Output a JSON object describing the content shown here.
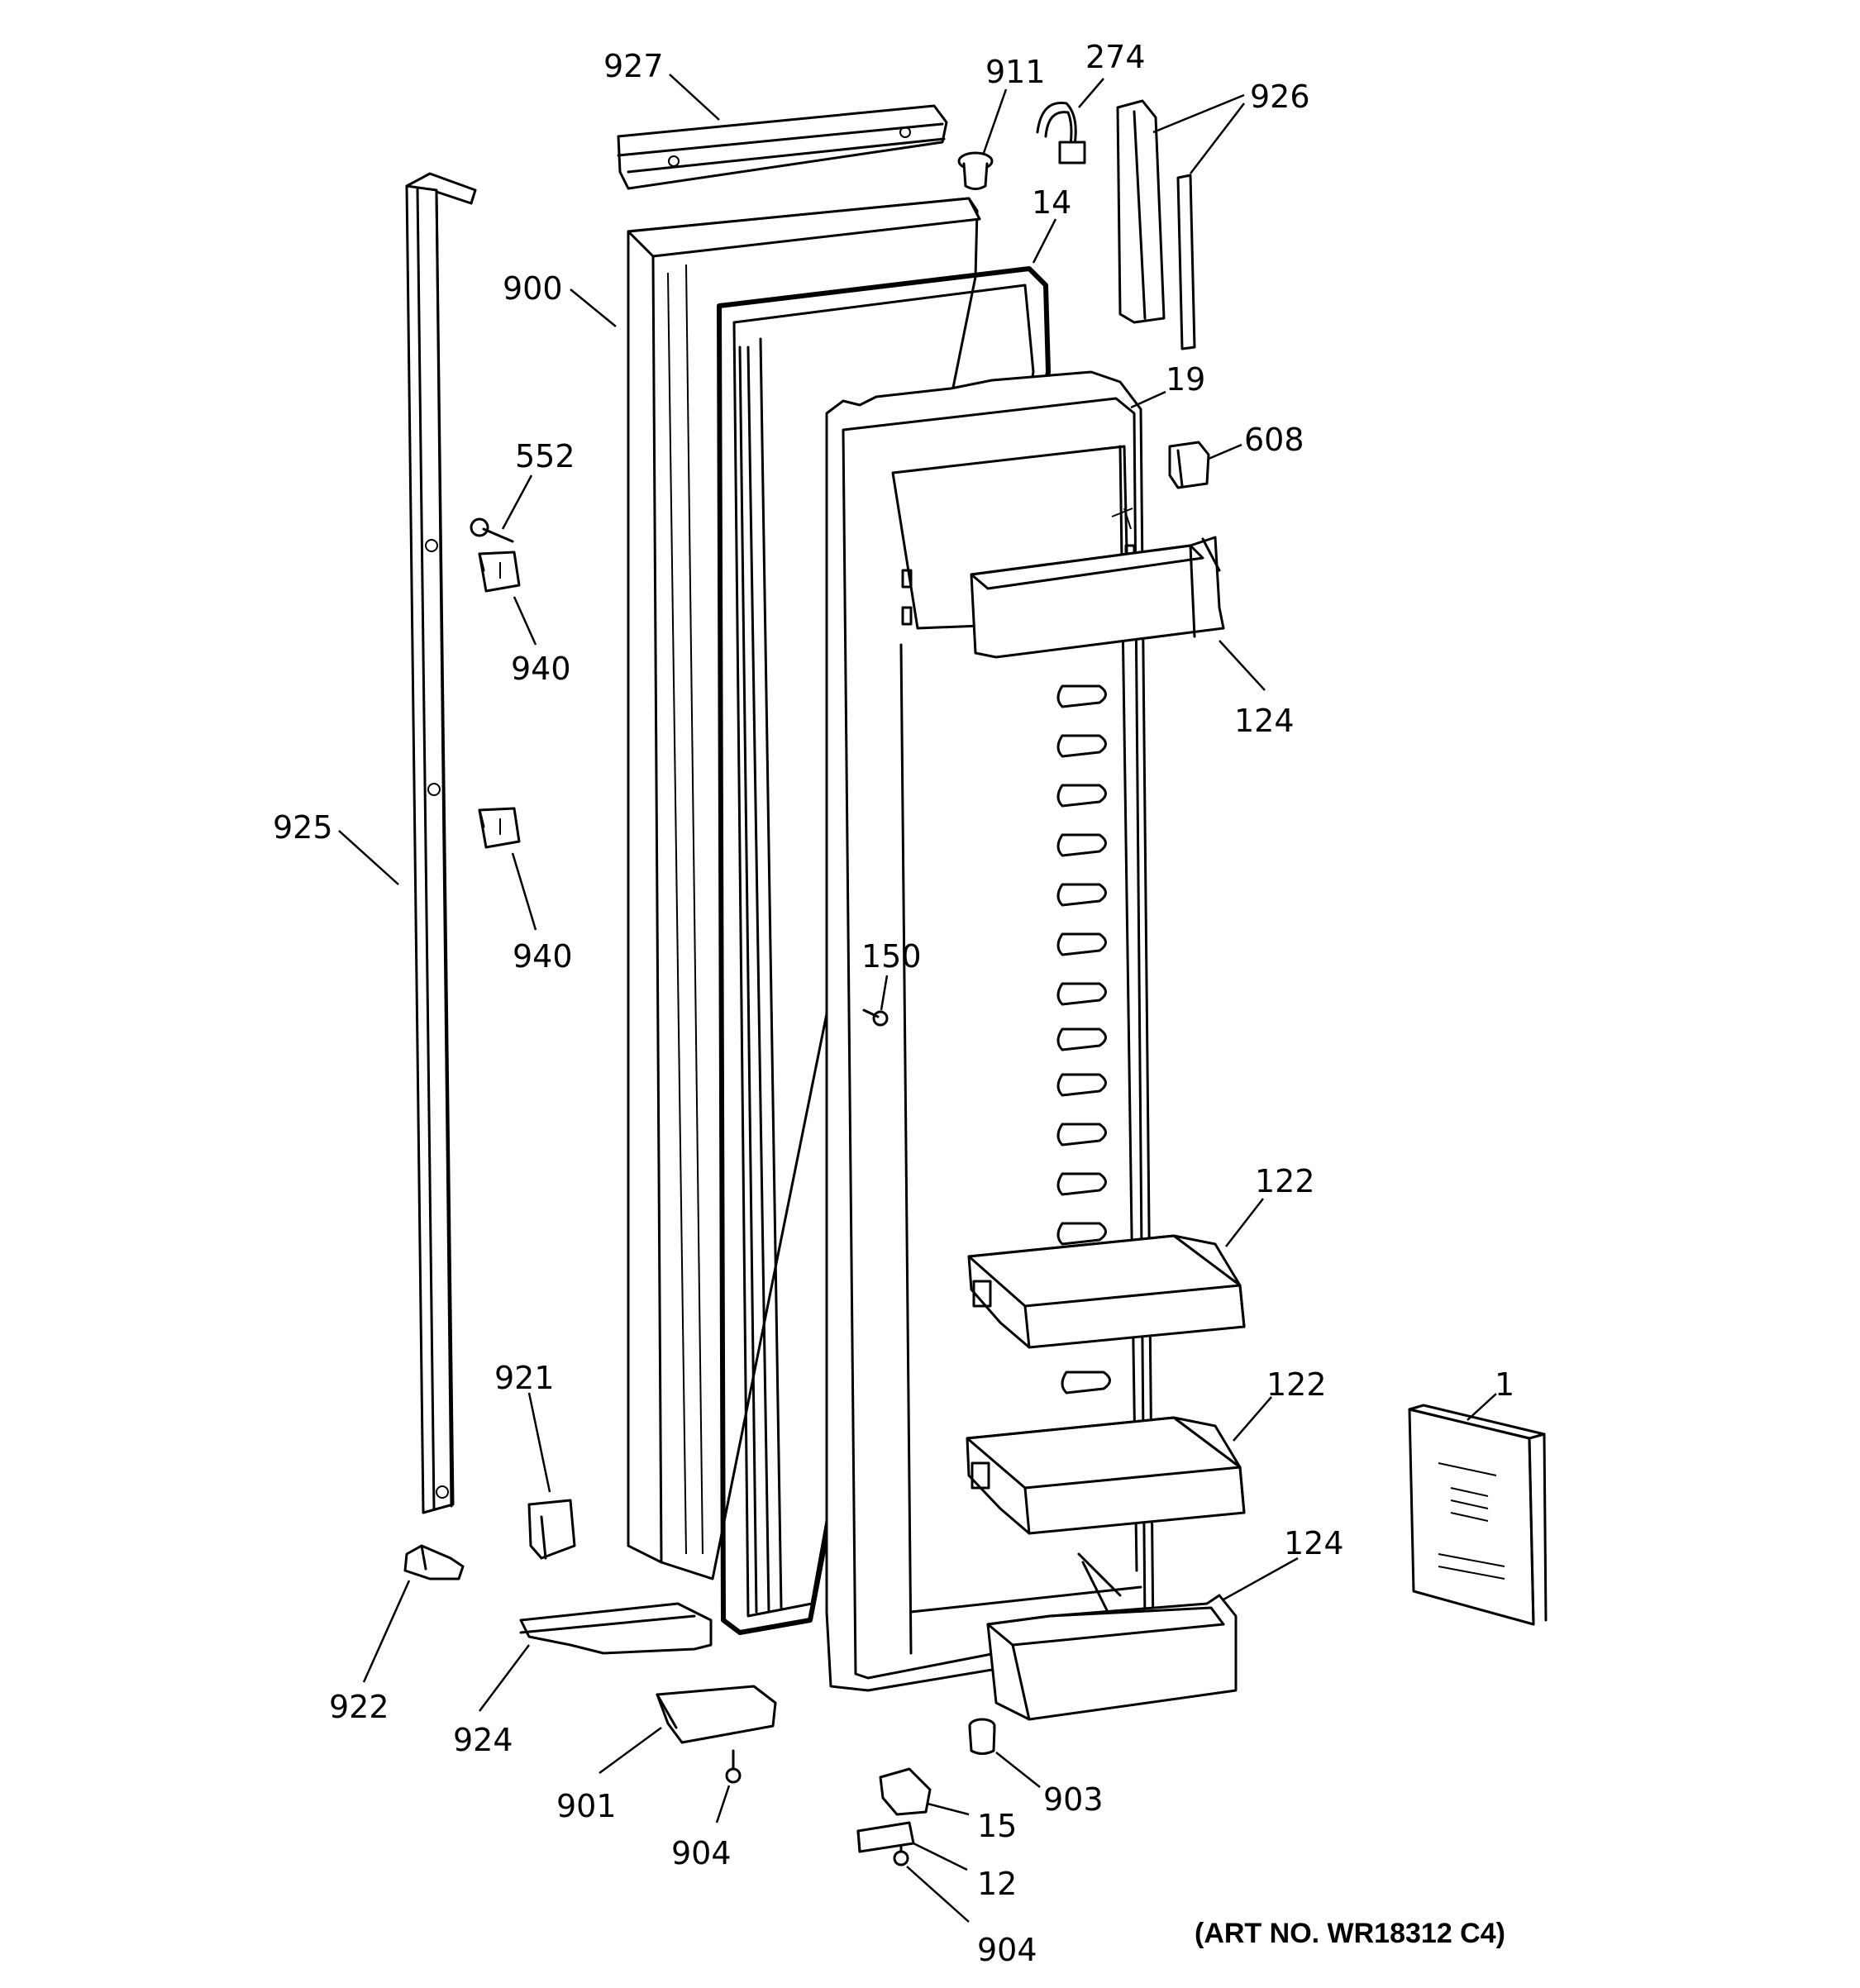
{
  "diagram": {
    "art_number": "(ART NO. WR18312 C4)",
    "labels": {
      "p927": "927",
      "p911": "911",
      "p274": "274",
      "p926": "926",
      "p14": "14",
      "p900": "900",
      "p19": "19",
      "p608": "608",
      "p552": "552",
      "p940a": "940",
      "p124a": "124",
      "p925": "925",
      "p940b": "940",
      "p150": "150",
      "p122a": "122",
      "p921": "921",
      "p122b": "122",
      "p1": "1",
      "p124b": "124",
      "p922": "922",
      "p924": "924",
      "p901": "901",
      "p903": "903",
      "p15": "15",
      "p904a": "904",
      "p12": "12",
      "p904b": "904"
    }
  }
}
